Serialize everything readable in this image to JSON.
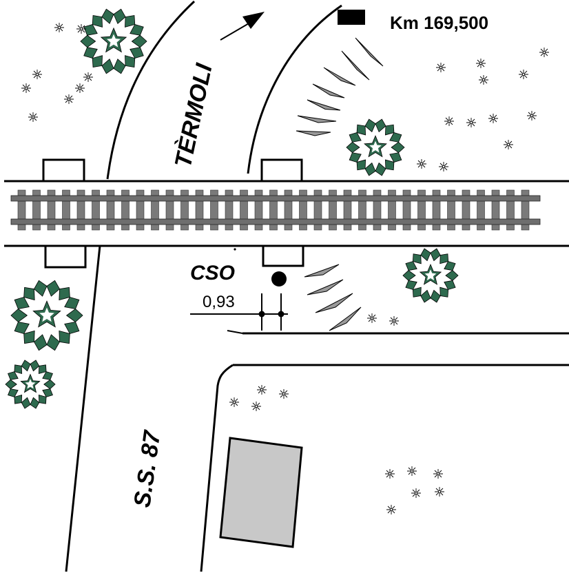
{
  "labels": {
    "km_marker": "Km 169,500",
    "termoli": "TÈRMOLI",
    "road_name": "S.S. 87",
    "station_code": "CSO",
    "distance": "0,93"
  },
  "colors": {
    "tree_dark": "#2e6a4e",
    "tree_light": "#ffffff",
    "rail": "#6e6e6e",
    "sleeper": "#7a7a7a",
    "building": "#c8c8c8",
    "spike": "#9a9a9a"
  },
  "icons": [
    "tree-icon",
    "flower-icon",
    "arrow-icon",
    "signal-icon",
    "km-marker-icon"
  ]
}
